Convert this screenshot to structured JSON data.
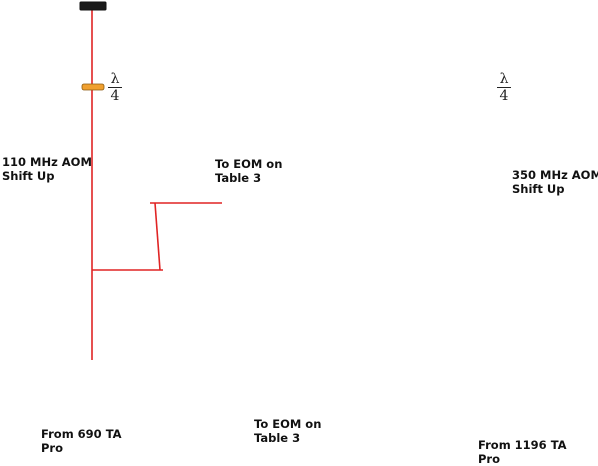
{
  "colors": {
    "beam_690": "#e02424",
    "beam_1196": "#f4a0a0",
    "fiber": "#262660",
    "mirror_fill": "#c8c8c8",
    "mirror_edge": "#111111",
    "waveplate": "#f0a030"
  },
  "left_setup": {
    "aom_label": "110 MHz AOM\nShift Up",
    "output_label": "To EOM on\nTable 3",
    "source_label": "From 690 TA\nPro",
    "waveplate_num": "λ",
    "waveplate_den": "4"
  },
  "right_setup": {
    "aom_label": "350 MHz AOM\nShift Up",
    "output_label": "To EOM on\nTable 3",
    "source_label": "From 1196 TA\nPro",
    "waveplate_num": "λ",
    "waveplate_den": "4"
  }
}
